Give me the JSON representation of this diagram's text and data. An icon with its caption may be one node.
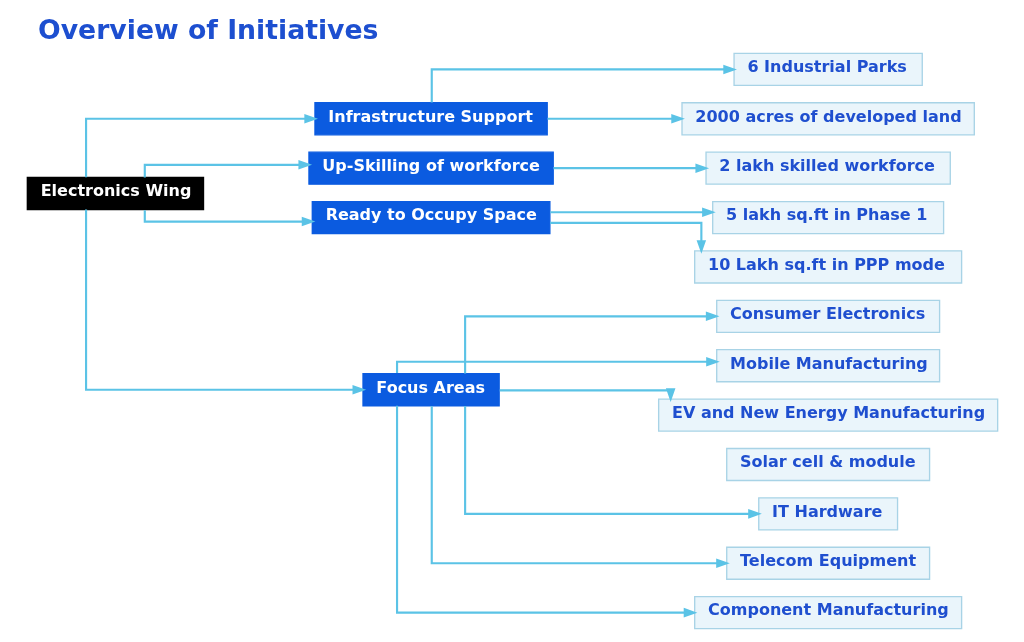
{
  "diagram": {
    "title": "Overview of Initiatives",
    "nodes": [
      {
        "text": [
          "Electronics Wing"
        ]
      },
      {
        "text": [
          "Infrastructure Support"
        ]
      },
      {
        "text": [
          "6 Industrial Parks"
        ]
      },
      {
        "text": [
          "2000 acres of developed land"
        ]
      },
      {
        "text": [
          "Up-Skilling of workforce"
        ]
      },
      {
        "text": [
          "2 lakh skilled workforce"
        ]
      },
      {
        "text": [
          "Ready to Occupy Space"
        ]
      },
      {
        "text": [
          "5 lakh sq.ft in Phase 1"
        ]
      },
      {
        "text": [
          "10 Lakh sq.ft in PPP mode"
        ]
      },
      {
        "text": [
          "Focus Areas"
        ]
      },
      {
        "text": [
          "Consumer Electronics"
        ]
      },
      {
        "text": [
          "Mobile Manufacturing"
        ]
      },
      {
        "text": [
          "EV and New Energy Manufacturing"
        ]
      },
      {
        "text": [
          "Solar cell & module"
        ]
      },
      {
        "text": [
          "IT Hardware"
        ]
      },
      {
        "text": [
          "Telecom Equipment"
        ]
      },
      {
        "text": [
          "Component Manufacturing"
        ]
      }
    ],
    "edges": [
      {
        "from": 0,
        "to": 1,
        "arrow": "to"
      },
      {
        "from": 0,
        "to": 4,
        "arrow": "to"
      },
      {
        "from": 0,
        "to": 6,
        "arrow": "to"
      },
      {
        "from": 0,
        "to": 9,
        "arrow": "to"
      },
      {
        "from": 1,
        "to": 2,
        "arrow": "to"
      },
      {
        "from": 1,
        "to": 3,
        "arrow": "to"
      },
      {
        "from": 4,
        "to": 5,
        "arrow": "to"
      },
      {
        "from": 6,
        "to": 7,
        "arrow": "to"
      },
      {
        "from": 6,
        "to": 8,
        "arrow": "to"
      },
      {
        "from": 9,
        "to": 10,
        "arrow": "to"
      },
      {
        "from": 9,
        "to": 11,
        "arrow": "to"
      },
      {
        "from": 9,
        "to": 12,
        "arrow": "to"
      },
      {
        "from": 9,
        "to": 14,
        "arrow": "to"
      },
      {
        "from": 9,
        "to": 15,
        "arrow": "to"
      },
      {
        "from": 9,
        "to": 16,
        "arrow": "to"
      }
    ]
  }
}
